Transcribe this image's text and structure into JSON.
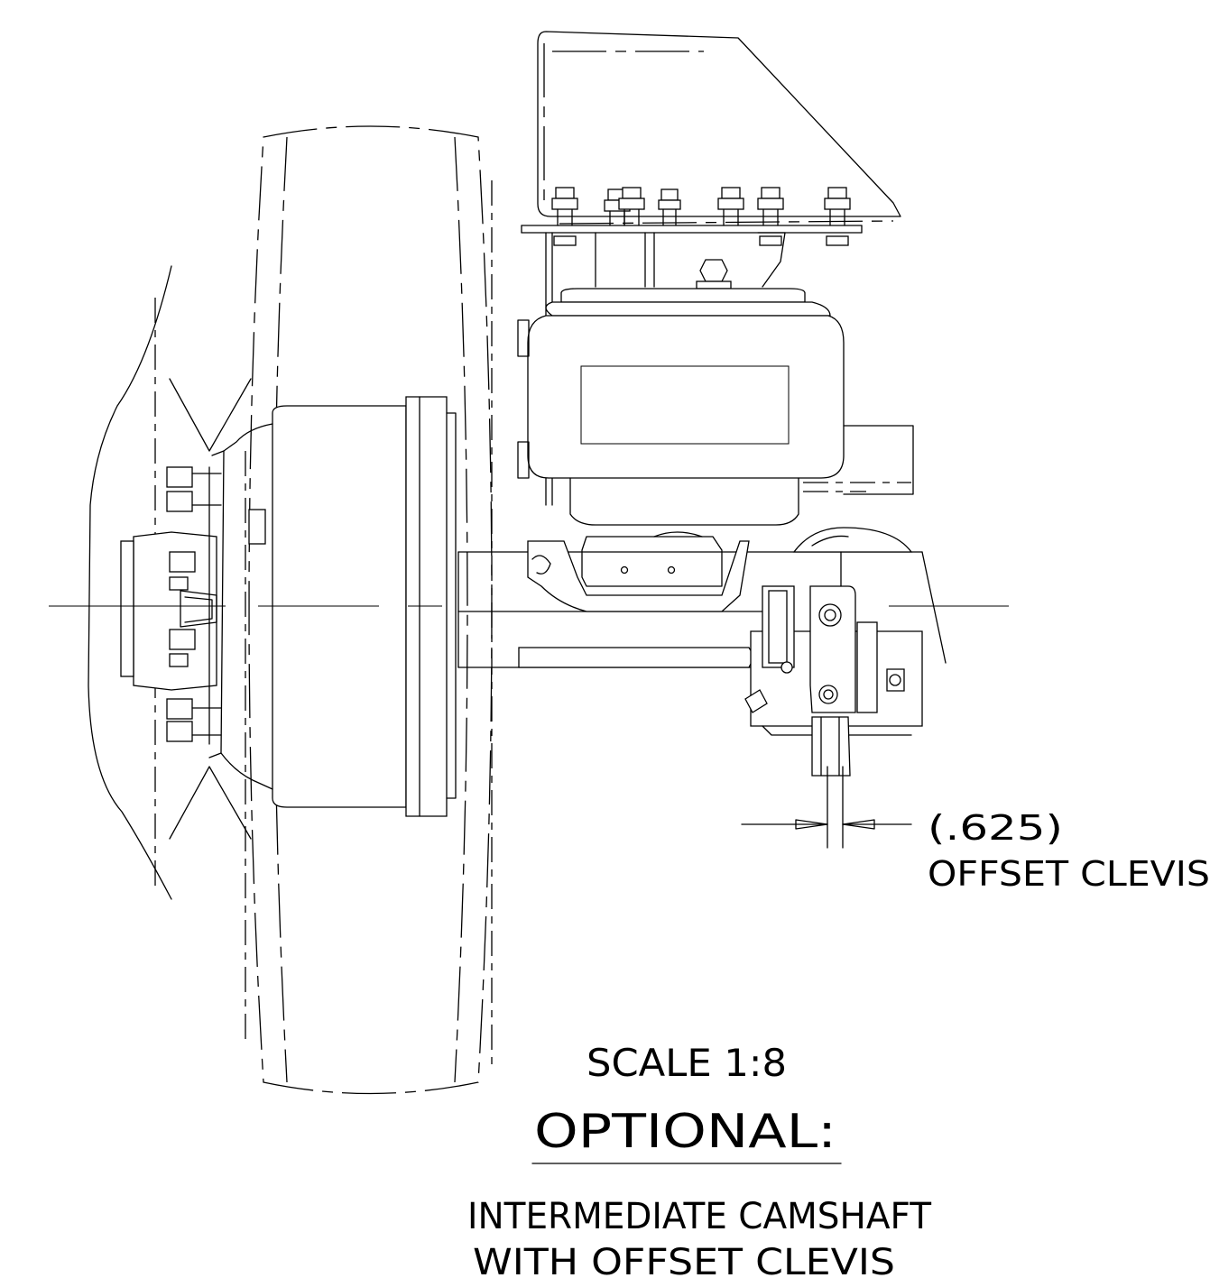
{
  "drawing": {
    "dimension_value": "(.625)",
    "dimension_note": "OFFSET CLEVIS",
    "scale": "SCALE 1:8",
    "heading": "OPTIONAL:",
    "description_line1": "INTERMEDIATE CAMSHAFT",
    "description_line2": "WITH OFFSET CLEVIS"
  }
}
